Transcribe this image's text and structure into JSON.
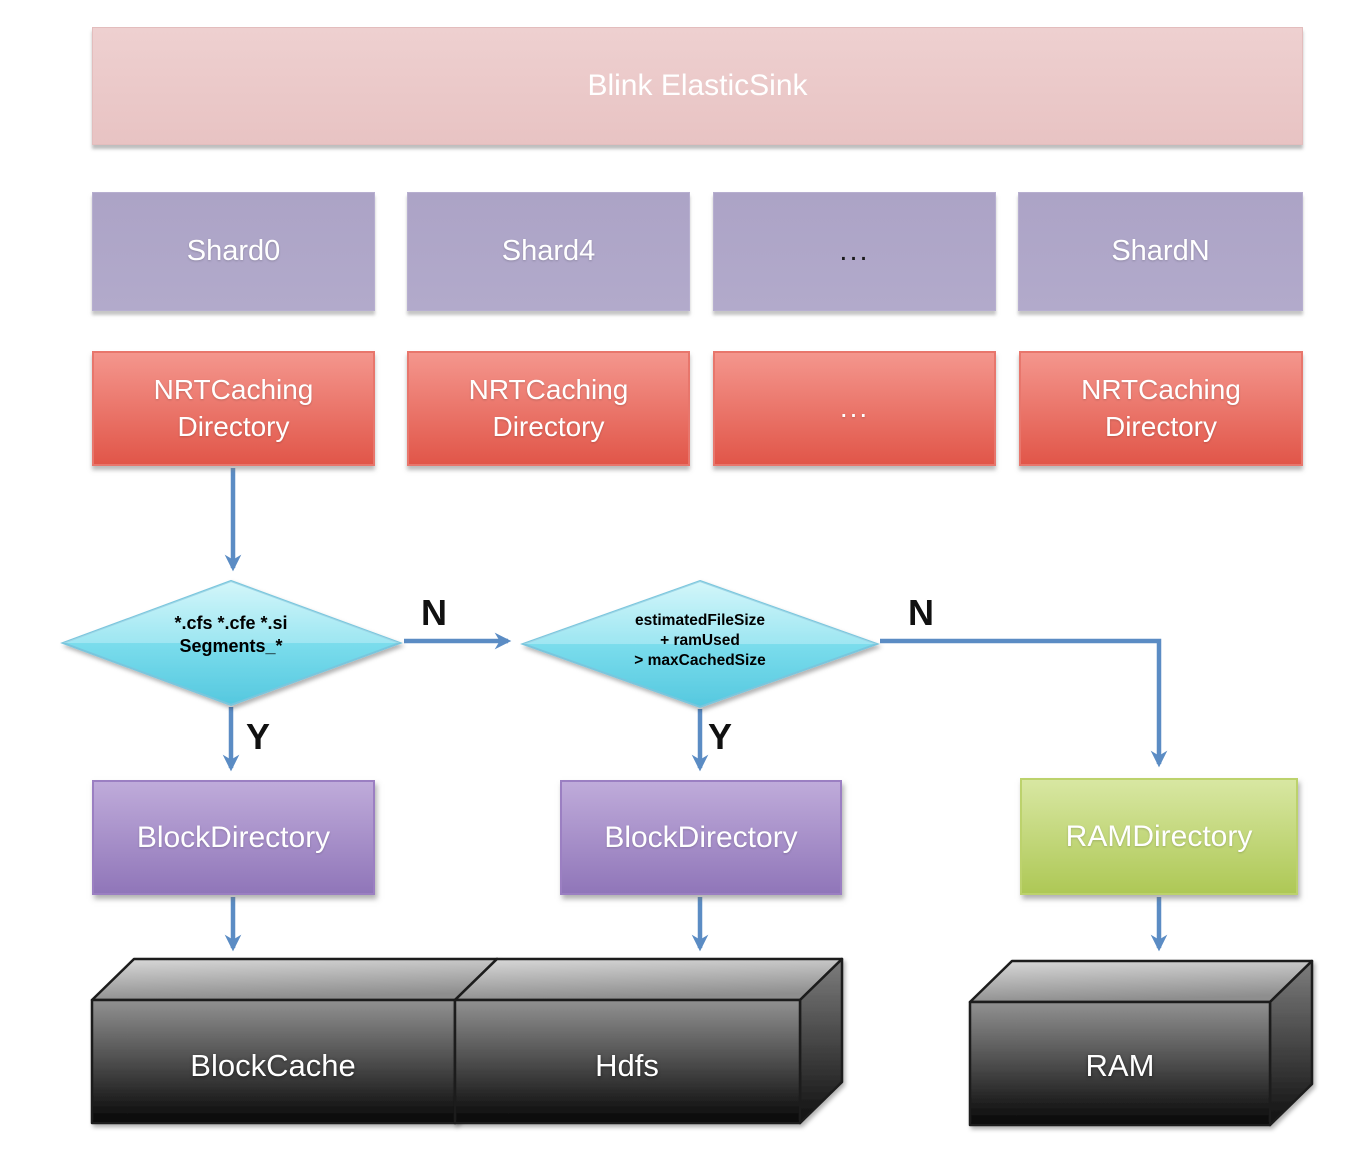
{
  "title": {
    "label": "Blink ElasticSink"
  },
  "shards": [
    {
      "label": "Shard0"
    },
    {
      "label": "Shard4"
    },
    {
      "label": "..."
    },
    {
      "label": "ShardN"
    }
  ],
  "nrt": [
    {
      "line1": "NRTCaching",
      "line2": "Directory"
    },
    {
      "line1": "NRTCaching",
      "line2": "Directory"
    },
    {
      "line1": "...",
      "line2": ""
    },
    {
      "line1": "NRTCaching",
      "line2": "Directory"
    }
  ],
  "decisions": [
    {
      "lines": [
        "*.cfs *.cfe *.si",
        "Segments_*"
      ],
      "no_label": "N",
      "yes_label": "Y"
    },
    {
      "lines": [
        "estimatedFileSize",
        "+ ramUsed",
        "> maxCachedSize"
      ],
      "no_label": "N",
      "yes_label": "Y"
    }
  ],
  "directories": [
    {
      "label": "BlockDirectory"
    },
    {
      "label": "BlockDirectory"
    },
    {
      "label": "RAMDirectory"
    }
  ],
  "storage": [
    {
      "label": "BlockCache"
    },
    {
      "label": "Hdfs"
    },
    {
      "label": "RAM"
    }
  ],
  "colors": {
    "title_fill": "#eac9c9",
    "shard_fill": "#aba2c6",
    "nrt_fill_top": "#f4968d",
    "nrt_fill_bottom": "#e15649",
    "diamond_fill_top": "#b9f1f7",
    "diamond_fill_bottom": "#55c8df",
    "block_directory_top": "#bfabda",
    "block_directory_bottom": "#9076b9",
    "ram_directory_top": "#d8e7a2",
    "ram_directory_bottom": "#aec856",
    "arrow": "#5b8cc4",
    "storage_front_top": "#919191",
    "storage_front_bottom": "#060606"
  }
}
